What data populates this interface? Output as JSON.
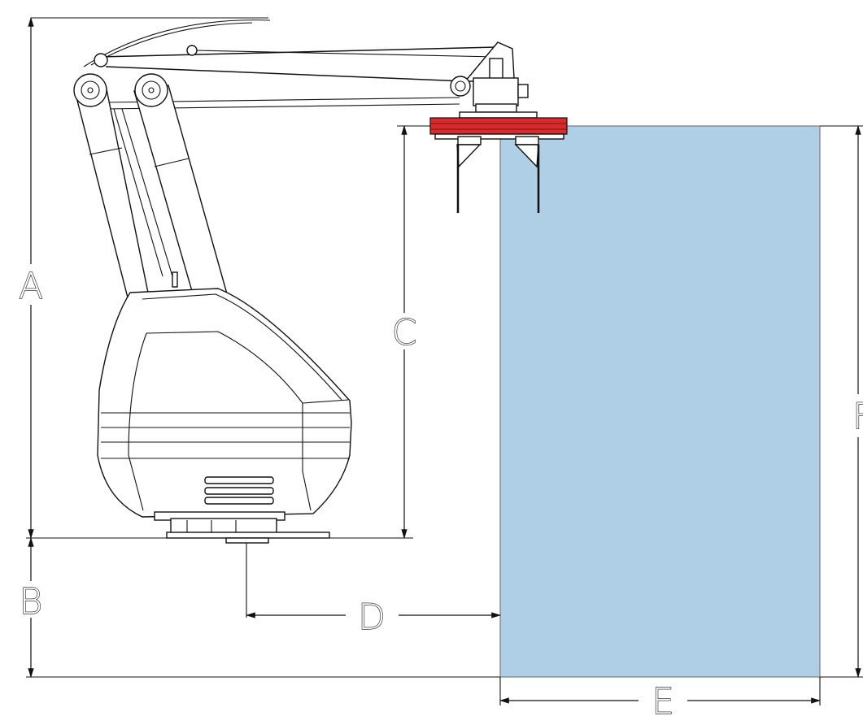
{
  "diagram": {
    "colors": {
      "pallet": "#aecfe6",
      "pallet_edge": "#666666",
      "gripper": "#d92b2b",
      "line": "#111111"
    },
    "dimensions": {
      "A": "A",
      "B": "B",
      "C": "C",
      "D": "D",
      "E": "E",
      "F": "F"
    }
  }
}
